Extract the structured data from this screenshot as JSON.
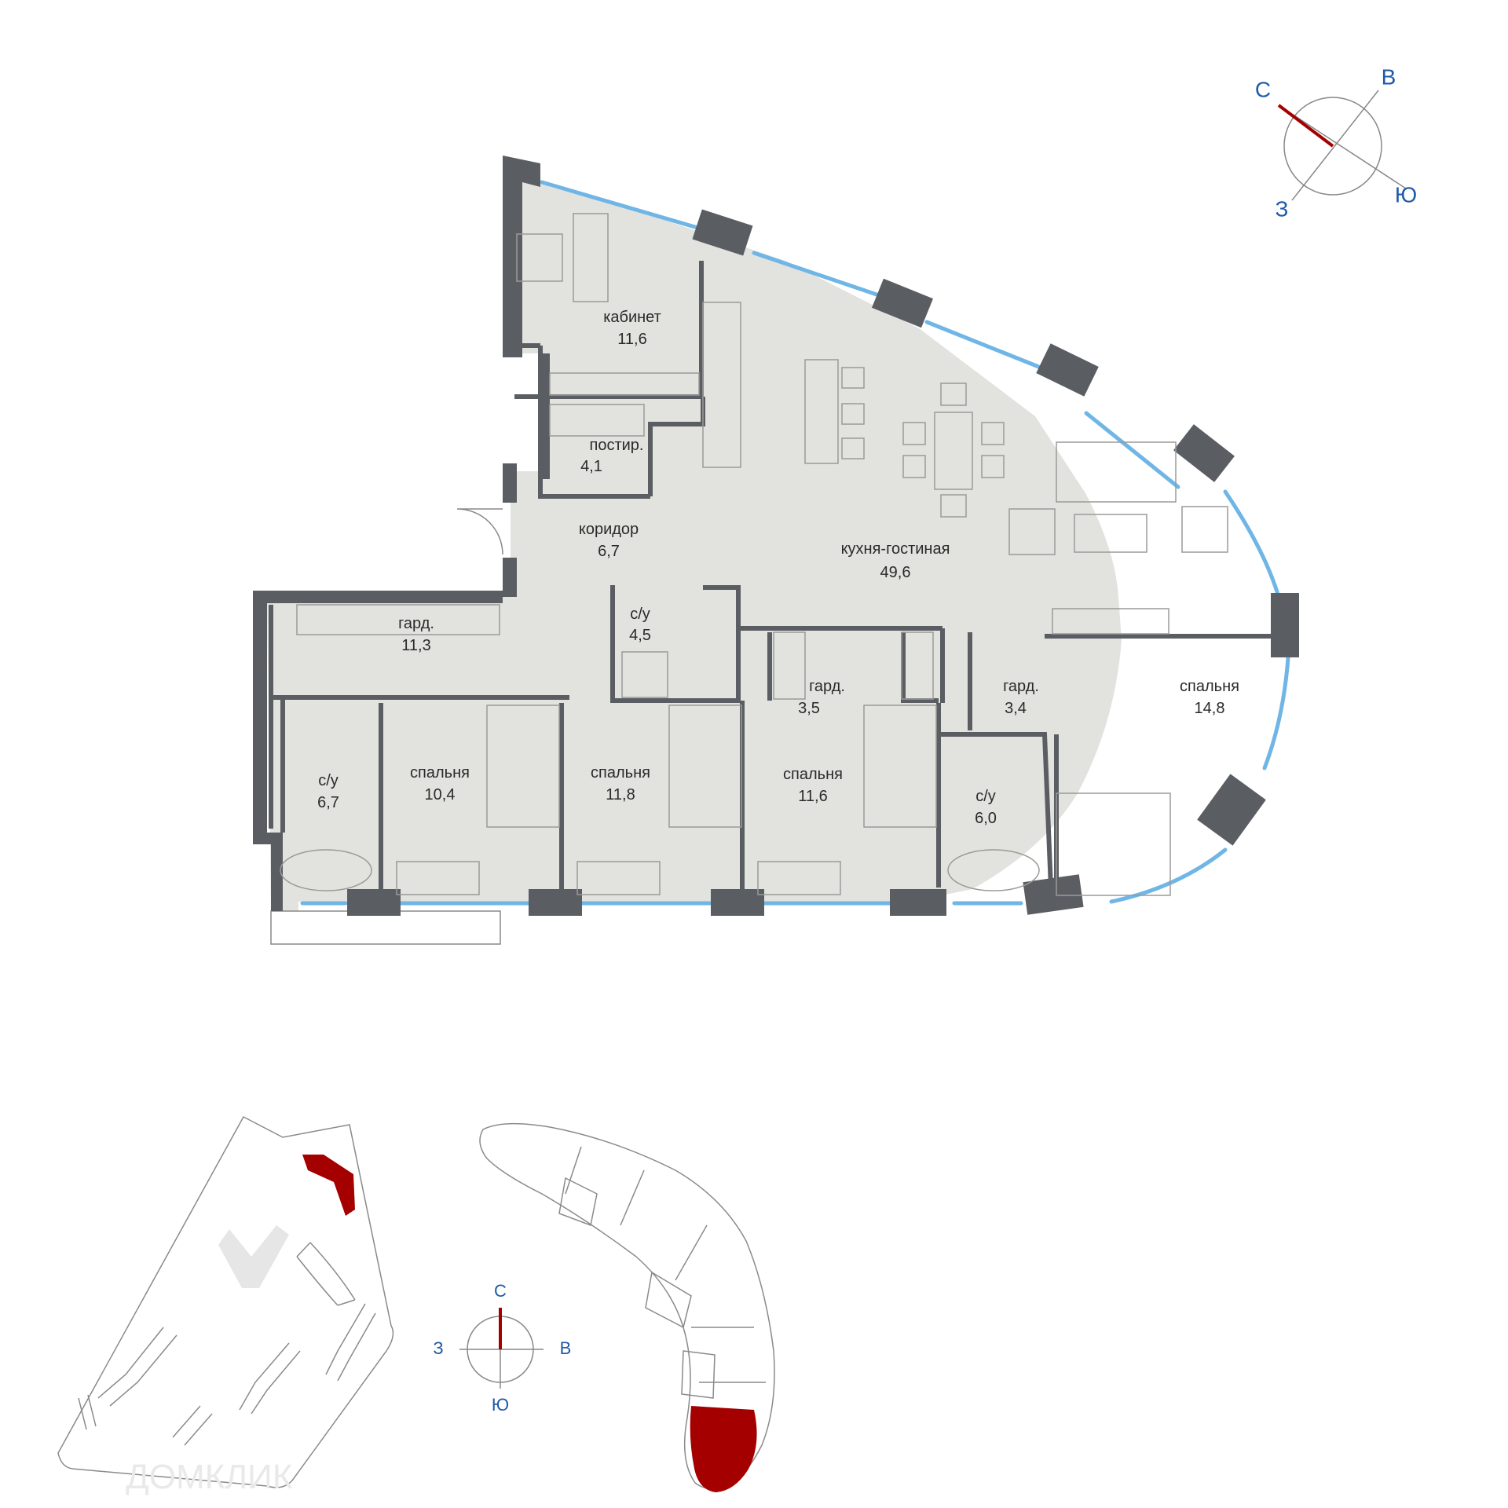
{
  "rooms": {
    "office": {
      "name": "кабинет",
      "area": "11,6"
    },
    "laundry": {
      "name": "постир.",
      "area": "4,1"
    },
    "corridor": {
      "name": "коридор",
      "area": "6,7"
    },
    "kitchen_living": {
      "name": "кухня-гостиная",
      "area": "49,6"
    },
    "wardrobe_big": {
      "name": "гард.",
      "area": "11,3"
    },
    "bath_small": {
      "name": "с/у",
      "area": "4,5"
    },
    "wardrobe_mid": {
      "name": "гард.",
      "area": "3,5"
    },
    "wardrobe_right": {
      "name": "гард.",
      "area": "3,4"
    },
    "bedroom_master": {
      "name": "спальня",
      "area": "14,8"
    },
    "bath_left": {
      "name": "с/у",
      "area": "6,7"
    },
    "bedroom_1": {
      "name": "спальня",
      "area": "10,4"
    },
    "bedroom_2": {
      "name": "спальня",
      "area": "11,8"
    },
    "bedroom_3": {
      "name": "спальня",
      "area": "11,6"
    },
    "bath_right": {
      "name": "с/у",
      "area": "6,0"
    }
  },
  "compass_main": {
    "north": "С",
    "east": "В",
    "south": "Ю",
    "west": "З"
  },
  "compass_small": {
    "north": "С",
    "east": "В",
    "south": "Ю",
    "west": "З"
  },
  "watermark": "ДОМКЛИК",
  "colors": {
    "floor": "#e2e2de",
    "wall": "#5a5e62",
    "window": "#6fb6e6",
    "accent": "#a50000",
    "compass": "#1f5aa8"
  }
}
